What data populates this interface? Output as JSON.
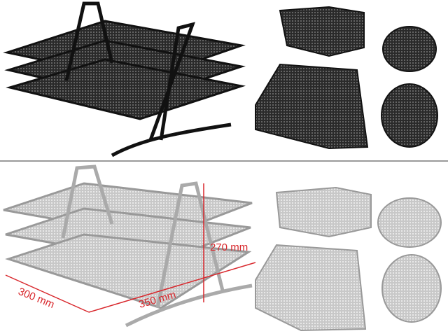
{
  "dimensions": {
    "height_label": "270 mm",
    "depth_label": "300 mm",
    "width_label": "350 mm"
  },
  "colors": {
    "black_finish": "#1a1a1a",
    "silver_finish": "#b8b8b8",
    "dimension_lines": "#d8262b",
    "divider": "#9a9a9a"
  }
}
